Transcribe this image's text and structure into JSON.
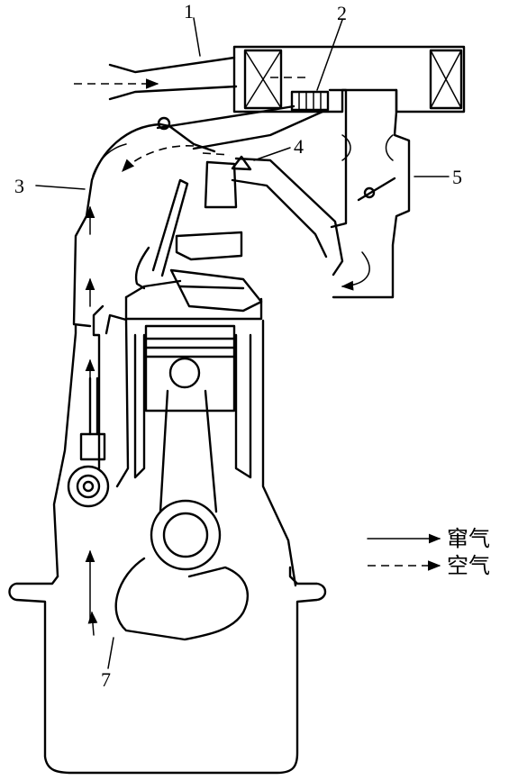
{
  "callouts": {
    "c1": "1",
    "c2": "2",
    "c3": "3",
    "c4": "4",
    "c5": "5",
    "c7": "7"
  },
  "legend": {
    "solid": "窜气",
    "dashed": "空气"
  }
}
